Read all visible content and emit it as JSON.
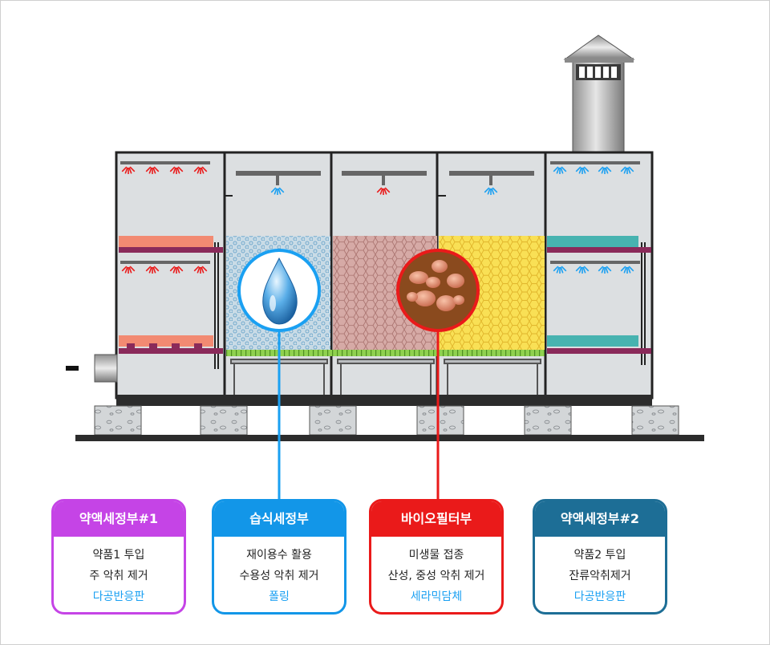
{
  "cards": [
    {
      "title": "약액세정부#1",
      "line1": "약품1 투입",
      "line2": "주 악취 제거",
      "line3": "다공반응판"
    },
    {
      "title": "습식세정부",
      "line1": "재이용수 활용",
      "line2": "수용성 악취 제거",
      "line3": "폴링"
    },
    {
      "title": "바이오필터부",
      "line1": "미생물 접종",
      "line2": "산성, 중성 악취 제거",
      "line3": "세라믹담체"
    },
    {
      "title": "약액세정부#2",
      "line1": "약품2 투입",
      "line2": "잔류악취제거",
      "line3": "다공반응판"
    }
  ],
  "colors": {
    "chemical1": "#c544e6",
    "wet": "#1296e8",
    "bio": "#ea1a1a",
    "chemical2": "#1d6e96",
    "highlight_text": "#1aa0f2",
    "salmon_plate": "#f28a72",
    "teal_plate": "#47b3b0",
    "ceramic_yellow": "#f7dd47",
    "bio_media_pink": "#cfa49e",
    "packing_blue": "#a9c9de"
  },
  "icons": [
    "water-drop-icon",
    "microbe-cluster-icon",
    "spray-nozzle-icon",
    "chimney-icon"
  ]
}
